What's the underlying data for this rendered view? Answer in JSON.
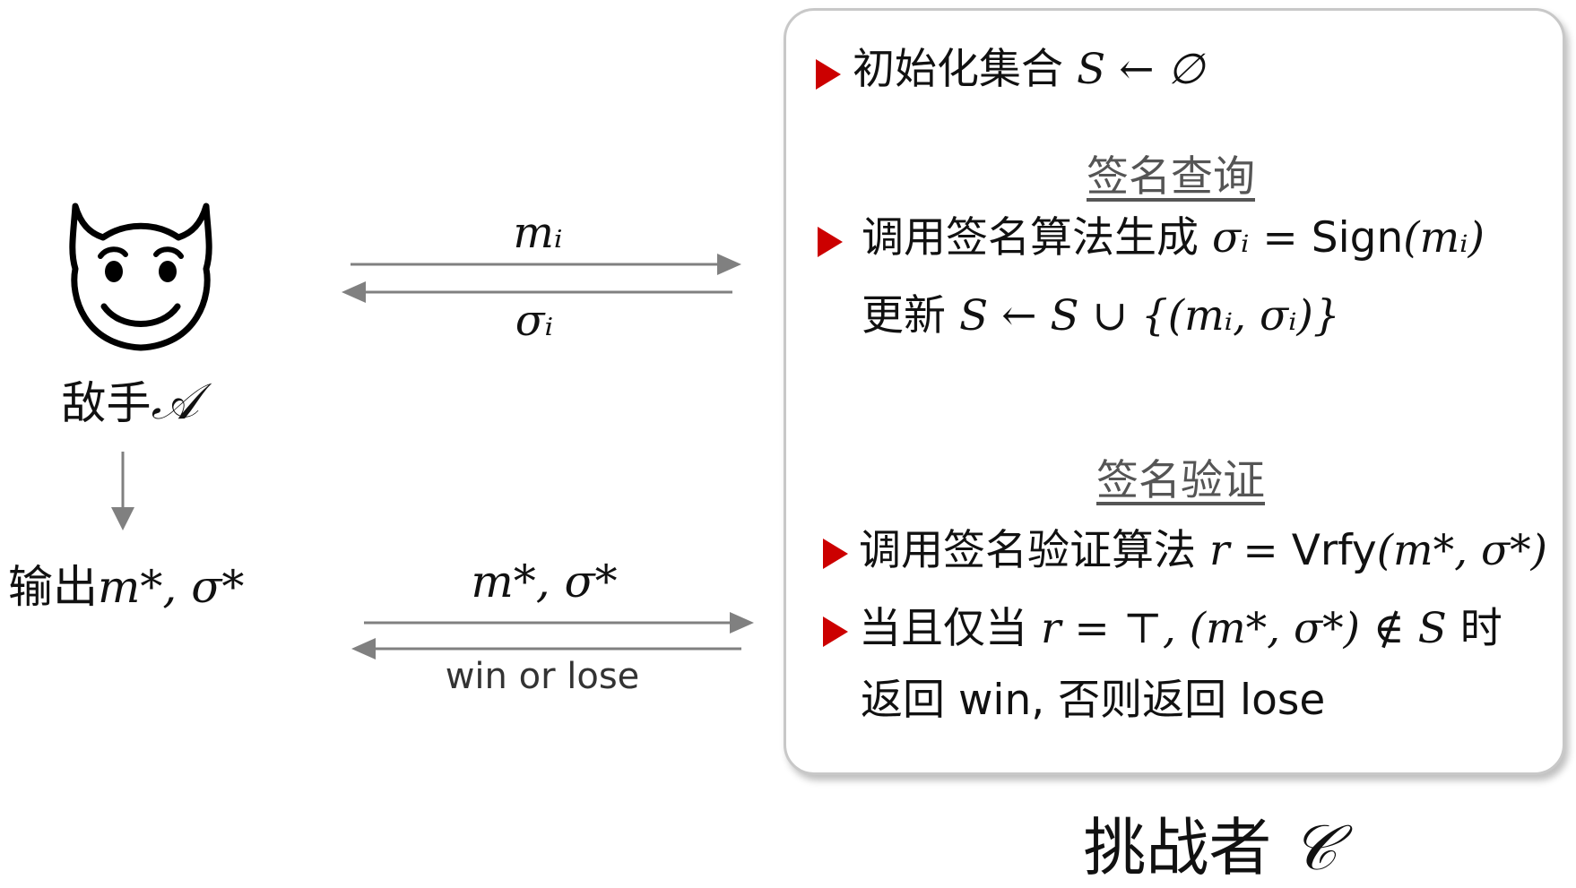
{
  "adversary": {
    "icon": "devil-face-icon",
    "label_cn": "敌手",
    "label_sym": "𝒜",
    "output_cn": "输出",
    "output_math": "m*, σ*"
  },
  "query_exchange": {
    "send_label": "mᵢ",
    "return_label": "σᵢ"
  },
  "forge_exchange": {
    "send_label": "m*, σ*",
    "return_label": "win or lose"
  },
  "challenger": {
    "init": {
      "text": "初始化集合",
      "math": "S ← ∅"
    },
    "sign_query": {
      "heading": "签名查询",
      "step1_text": "调用签名算法生成",
      "step1_math": "σᵢ = ",
      "step1_func": "Sign",
      "step1_args": "(mᵢ)",
      "step2_text": "更新",
      "step2_math": "S ← S ∪ {(mᵢ, σᵢ)}"
    },
    "verify": {
      "heading": "签名验证",
      "step1_text": "调用签名验证算法",
      "step1_math": "r = ",
      "step1_func": "Vrfy",
      "step1_args": "(m*, σ*)",
      "step2_text": "当且仅当",
      "step2_math": "r = ⊤, (m*, σ*) ∉ S",
      "step2_suffix": "时",
      "step3": "返回 win, 否则返回 lose"
    },
    "label_cn": "挑战者",
    "label_sym": "𝒞"
  },
  "colors": {
    "bullet": "#cc0000",
    "arrow": "#808080",
    "heading": "#555555"
  }
}
